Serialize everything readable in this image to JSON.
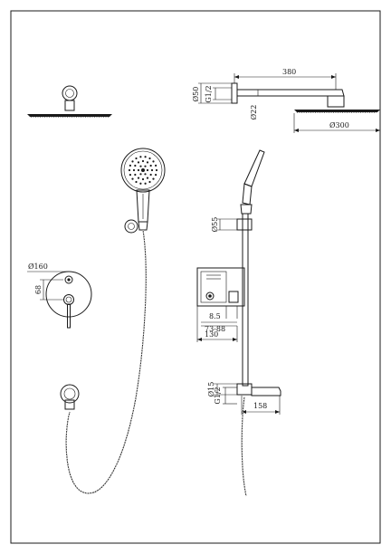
{
  "dimensions": {
    "shower_head_outlet_diameter": "Ø50",
    "shower_head_thread": "G1/2",
    "arm_length": "380",
    "arm_diameter": "Ø22",
    "shower_head_diameter": "Ø300",
    "rail_bracket_diameter": "Ø55",
    "plate_diameter": "Ø160",
    "handle_offset": "68",
    "valve_depth": "8.5",
    "valve_range": "73-88",
    "valve_body_width": "130",
    "spout_diameter": "Ø15",
    "spout_thread": "G1/2",
    "spout_length": "158"
  },
  "colors": {
    "line": "#1a1a1a",
    "background": "#ffffff"
  }
}
